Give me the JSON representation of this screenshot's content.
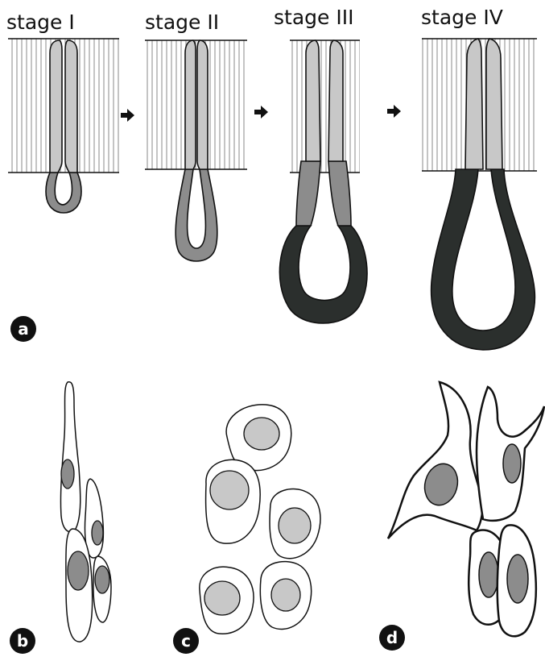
{
  "stages": [
    {
      "label": "stage I"
    },
    {
      "label": "stage II"
    },
    {
      "label": "stage III"
    },
    {
      "label": "stage IV"
    }
  ],
  "panels": [
    {
      "label": "a"
    },
    {
      "label": "b"
    },
    {
      "label": "c"
    },
    {
      "label": "d"
    }
  ],
  "colors": {
    "background": "#ffffff",
    "outline": "#111111",
    "light_gray": "#c8c8c8",
    "mid_gray": "#8c8c8c",
    "dark": "#2b2f2d",
    "stripe": "#9a9a9a",
    "badge": "#111111"
  }
}
